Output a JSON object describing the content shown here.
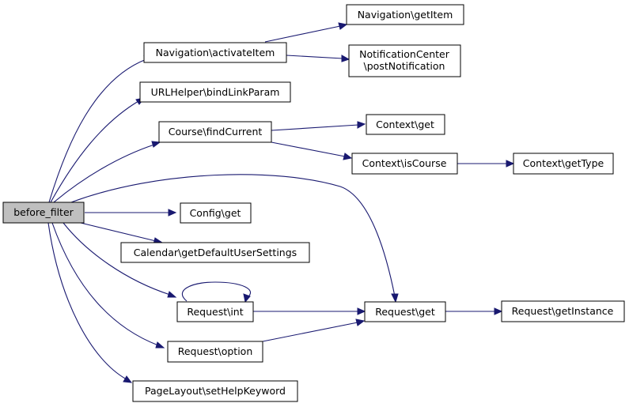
{
  "colors": {
    "edge": "#191970",
    "root_fill": "#bfbfbf",
    "node_fill": "#ffffff",
    "border": "#000000"
  },
  "nodes": {
    "before_filter": {
      "lines": [
        "before_filter"
      ]
    },
    "nav_activate": {
      "lines": [
        "Navigation\\activateItem"
      ]
    },
    "nav_getitem": {
      "lines": [
        "Navigation\\getItem"
      ]
    },
    "notif": {
      "lines": [
        "NotificationCenter",
        "\\postNotification"
      ]
    },
    "url_bind": {
      "lines": [
        "URLHelper\\bindLinkParam"
      ]
    },
    "course_find": {
      "lines": [
        "Course\\findCurrent"
      ]
    },
    "context_get": {
      "lines": [
        "Context\\get"
      ]
    },
    "context_iscourse": {
      "lines": [
        "Context\\isCourse"
      ]
    },
    "context_gettype": {
      "lines": [
        "Context\\getType"
      ]
    },
    "config_get": {
      "lines": [
        "Config\\get"
      ]
    },
    "calendar": {
      "lines": [
        "Calendar\\getDefaultUserSettings"
      ]
    },
    "request_int": {
      "lines": [
        "Request\\int"
      ]
    },
    "request_get": {
      "lines": [
        "Request\\get"
      ]
    },
    "request_getinstance": {
      "lines": [
        "Request\\getInstance"
      ]
    },
    "request_option": {
      "lines": [
        "Request\\option"
      ]
    },
    "pagelayout": {
      "lines": [
        "PageLayout\\setHelpKeyword"
      ]
    }
  },
  "edges": [
    [
      "before_filter",
      "nav_activate"
    ],
    [
      "before_filter",
      "url_bind"
    ],
    [
      "before_filter",
      "course_find"
    ],
    [
      "before_filter",
      "request_get"
    ],
    [
      "before_filter",
      "config_get"
    ],
    [
      "before_filter",
      "calendar"
    ],
    [
      "before_filter",
      "request_int"
    ],
    [
      "before_filter",
      "request_option"
    ],
    [
      "before_filter",
      "pagelayout"
    ],
    [
      "nav_activate",
      "nav_getitem"
    ],
    [
      "nav_activate",
      "notif"
    ],
    [
      "course_find",
      "context_get"
    ],
    [
      "course_find",
      "context_iscourse"
    ],
    [
      "context_iscourse",
      "context_gettype"
    ],
    [
      "request_int",
      "request_int"
    ],
    [
      "request_int",
      "request_get"
    ],
    [
      "request_option",
      "request_get"
    ],
    [
      "request_get",
      "request_getinstance"
    ]
  ]
}
